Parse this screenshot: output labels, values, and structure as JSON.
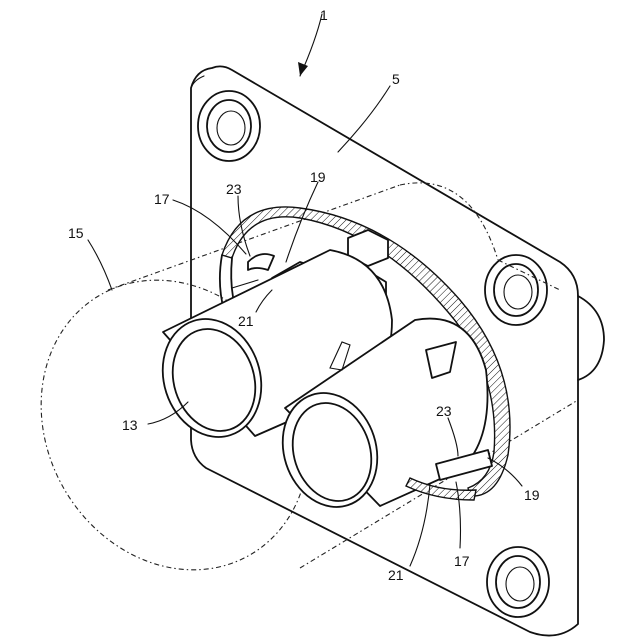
{
  "labels": {
    "part_1": "1",
    "part_5": "5",
    "part_19_top": "19",
    "part_23_top": "23",
    "part_17_top": "17",
    "part_15": "15",
    "part_21_top": "21",
    "part_13": "13",
    "part_23_bottom": "23",
    "part_19_bottom": "19",
    "part_17_bottom": "17",
    "part_21_bottom": "21"
  }
}
